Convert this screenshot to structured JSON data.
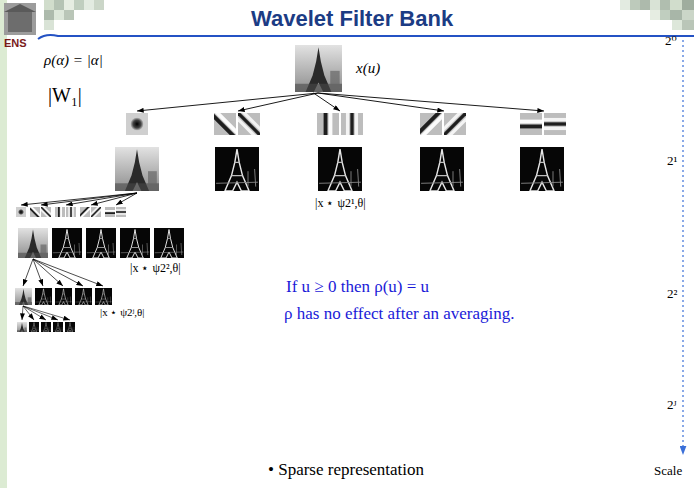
{
  "diagram": {
    "title": "Wavelet Filter Bank",
    "nodes": [
      {
        "text": [
          "x(u)"
        ]
      },
      {
        "text": [
          "|x ⋆ ψ2¹,θ|"
        ]
      }
    ],
    "edges": [
      {
        "from": 0,
        "to": 1,
        "arrow": "to"
      }
    ],
    "labels": [
      "ENS",
      "ρ(α) = |α|",
      "|W₁|",
      "2⁰",
      "2¹",
      "|x ⋆ ψ2²,θ|",
      "2²",
      "If u ≥ 0 then ρ(u) = u",
      "ρ has no effect after an averaging.",
      "|x ⋆ ψ2ʲ,θ|",
      "2ᴶ",
      "• Sparse representation",
      "Scale"
    ]
  }
}
